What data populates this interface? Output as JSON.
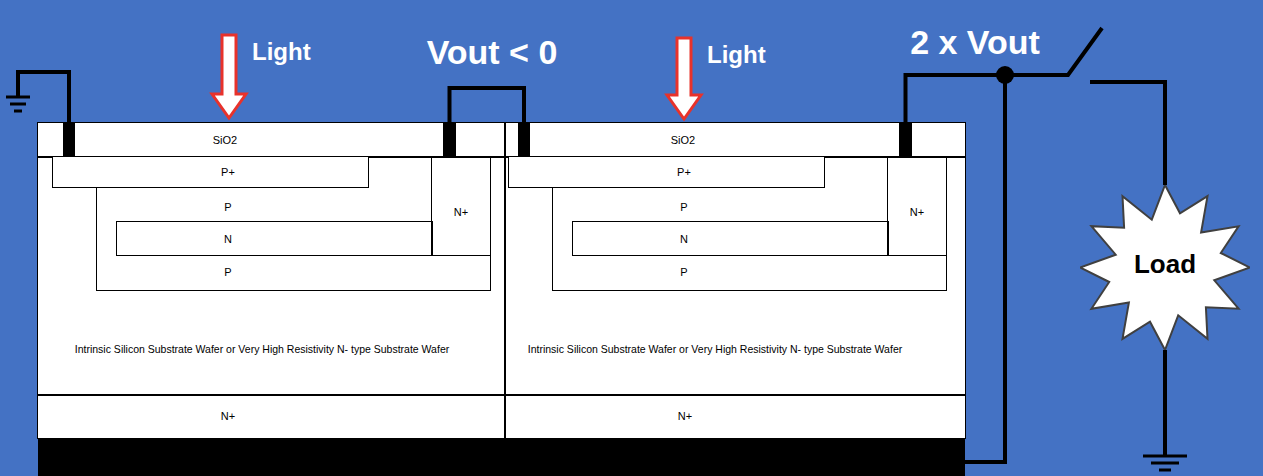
{
  "diagram": {
    "nodes": [
      {
        "text": [
          "SiO2"
        ]
      },
      {
        "text": [
          "Intrinsic Silicon Substrate Wafer or Very High Resistivity N- type Substrate Wafer"
        ]
      },
      {
        "text": [
          "P+"
        ],
        "in": 1
      },
      {
        "text": [
          "P",
          "P"
        ],
        "in": 1
      },
      {
        "text": [
          "N"
        ],
        "in": 3
      },
      {
        "text": [
          "N+"
        ],
        "in": 3
      },
      {
        "text": [
          "N+"
        ]
      },
      {
        "text": [
          "SiO2"
        ]
      },
      {
        "text": [
          "Intrinsic Silicon Substrate Wafer or Very High Resistivity N- type Substrate Wafer"
        ]
      },
      {
        "text": [
          "P+"
        ],
        "in": 8
      },
      {
        "text": [
          "P",
          "P"
        ],
        "in": 8
      },
      {
        "text": [
          "N"
        ],
        "in": 10
      },
      {
        "text": [
          "N+"
        ],
        "in": 10
      },
      {
        "text": [
          "N+"
        ]
      },
      {
        "text": [
          "Load"
        ]
      }
    ],
    "edges": [
      {
        "from": 5,
        "to": 9,
        "arrow": "none",
        "label": "Vout < 0"
      },
      {
        "from": 12,
        "to": 14,
        "arrow": "none",
        "label": "2 x Vout"
      }
    ],
    "labels": [
      "Light",
      "Light"
    ]
  }
}
